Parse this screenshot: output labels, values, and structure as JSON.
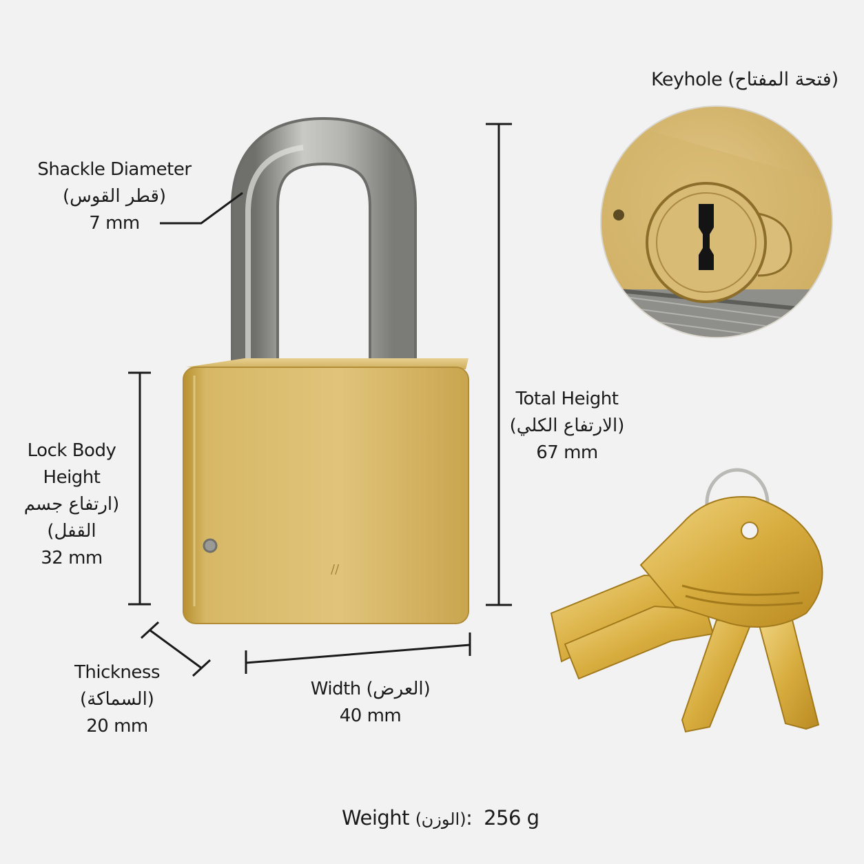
{
  "shackle": {
    "title": "Shackle Diameter",
    "ar": "(قطر القوس)",
    "value": "7 mm"
  },
  "body_height": {
    "line1": "Lock Body",
    "line2": "Height",
    "ar1": "(ارتفاع جسم",
    "ar2": "القفل)",
    "value": "32 mm"
  },
  "thickness": {
    "title": "Thickness",
    "ar": "(السماكة)",
    "value": "20 mm"
  },
  "width": {
    "title": "Width (العرض)",
    "value": "40 mm"
  },
  "total_height": {
    "title": "Total Height",
    "ar": "(الارتفاع الكلي)",
    "value": "67 mm"
  },
  "keyhole": {
    "title": "Keyhole",
    "ar": "(فتحة المفتاح)"
  },
  "weight": {
    "title": "Weight",
    "ar": "(الوزن)",
    "sep": ":",
    "value": "256 g"
  },
  "colors": {
    "brass": "#d4b568",
    "steel": "#a9a9a6",
    "background": "#f2f2f2",
    "text": "#1a1a1a"
  }
}
